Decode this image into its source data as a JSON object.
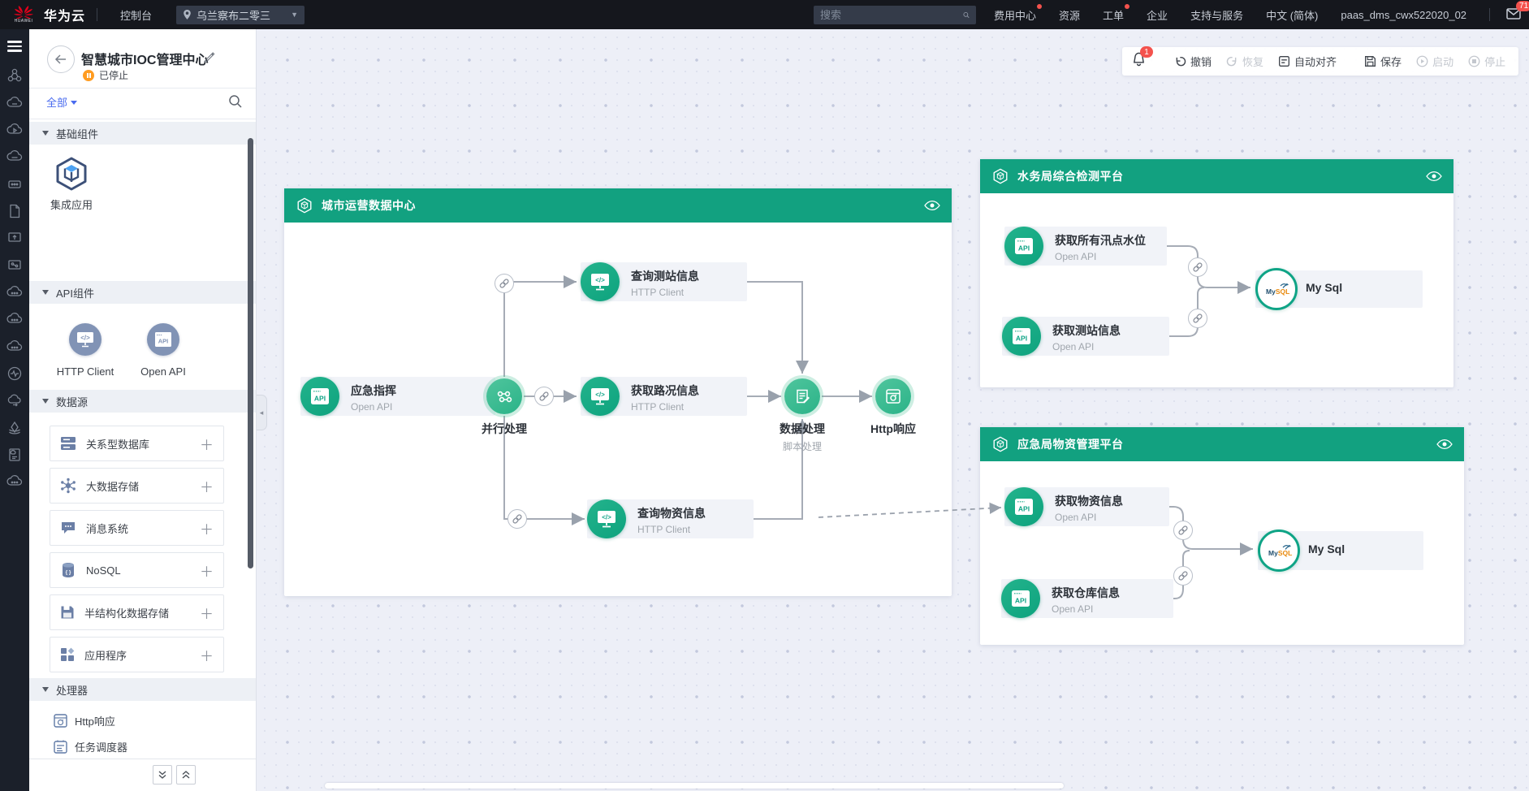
{
  "top_bar": {
    "brand": "HUAWEI",
    "product": "华为云",
    "console": "控制台",
    "region": "乌兰察布二零三",
    "search_placeholder": "搜索",
    "links": {
      "billing": "费用中心",
      "resources": "资源",
      "tickets": "工单",
      "enterprise": "企业",
      "support": "支持与服务",
      "locale": "中文 (简体)",
      "account": "paas_dms_cwx522020_02"
    },
    "mail_badge": "71"
  },
  "panel": {
    "title": "智慧城市IOC管理中心",
    "status": "已停止",
    "filter": "全部",
    "sections": {
      "base": {
        "label": "基础组件",
        "app": "集成应用"
      },
      "api": {
        "label": "API组件",
        "http_client": "HTTP Client",
        "open_api": "Open API"
      },
      "datasource": {
        "label": "数据源",
        "items": [
          {
            "label": "关系型数据库"
          },
          {
            "label": "大数据存储"
          },
          {
            "label": "消息系统"
          },
          {
            "label": "NoSQL"
          },
          {
            "label": "半结构化数据存储"
          },
          {
            "label": "应用程序"
          }
        ]
      },
      "processor": {
        "label": "处理器",
        "items": [
          {
            "label": "Http响应"
          },
          {
            "label": "任务调度器"
          }
        ]
      }
    }
  },
  "toolbar": {
    "notification_badge": "1",
    "undo": "撤销",
    "redo": "恢复",
    "align": "自动对齐",
    "save": "保存",
    "start": "启动",
    "stop": "停止"
  },
  "workflows": {
    "city": {
      "title": "城市运营数据中心",
      "nodes": {
        "cmd": {
          "title": "应急指挥",
          "subtitle": "Open API"
        },
        "parallel": {
          "title": "并行处理"
        },
        "station": {
          "title": "查询测站信息",
          "subtitle": "HTTP Client"
        },
        "traffic": {
          "title": "获取路况信息",
          "subtitle": "HTTP Client"
        },
        "material": {
          "title": "查询物资信息",
          "subtitle": "HTTP Client"
        },
        "process": {
          "title": "数据处理",
          "subtitle": "脚本处理"
        },
        "response": {
          "title": "Http响应"
        }
      }
    },
    "water": {
      "title": "水务局综合检测平台",
      "nodes": {
        "flood": {
          "title": "获取所有汛点水位",
          "subtitle": "Open API"
        },
        "station": {
          "title": "获取测站信息",
          "subtitle": "Open API"
        },
        "mysql": {
          "title": "My Sql"
        }
      }
    },
    "emergency": {
      "title": "应急局物资管理平台",
      "nodes": {
        "material": {
          "title": "获取物资信息",
          "subtitle": "Open API"
        },
        "warehouse": {
          "title": "获取仓库信息",
          "subtitle": "Open API"
        },
        "mysql": {
          "title": "My Sql"
        }
      }
    }
  },
  "misc": {
    "api_badge": "API",
    "code_glyph": "</>",
    "mysql_my": "My",
    "mysql_sql": "SQL"
  },
  "colors": {
    "header_green": "#12a180",
    "node_green": "#17ab88",
    "accent_blue": "#4a6bef",
    "badge_red": "#f4524d",
    "status_orange": "#ff9c21",
    "canvas_bg": "#edeff7",
    "topbar_bg": "#15171d"
  }
}
